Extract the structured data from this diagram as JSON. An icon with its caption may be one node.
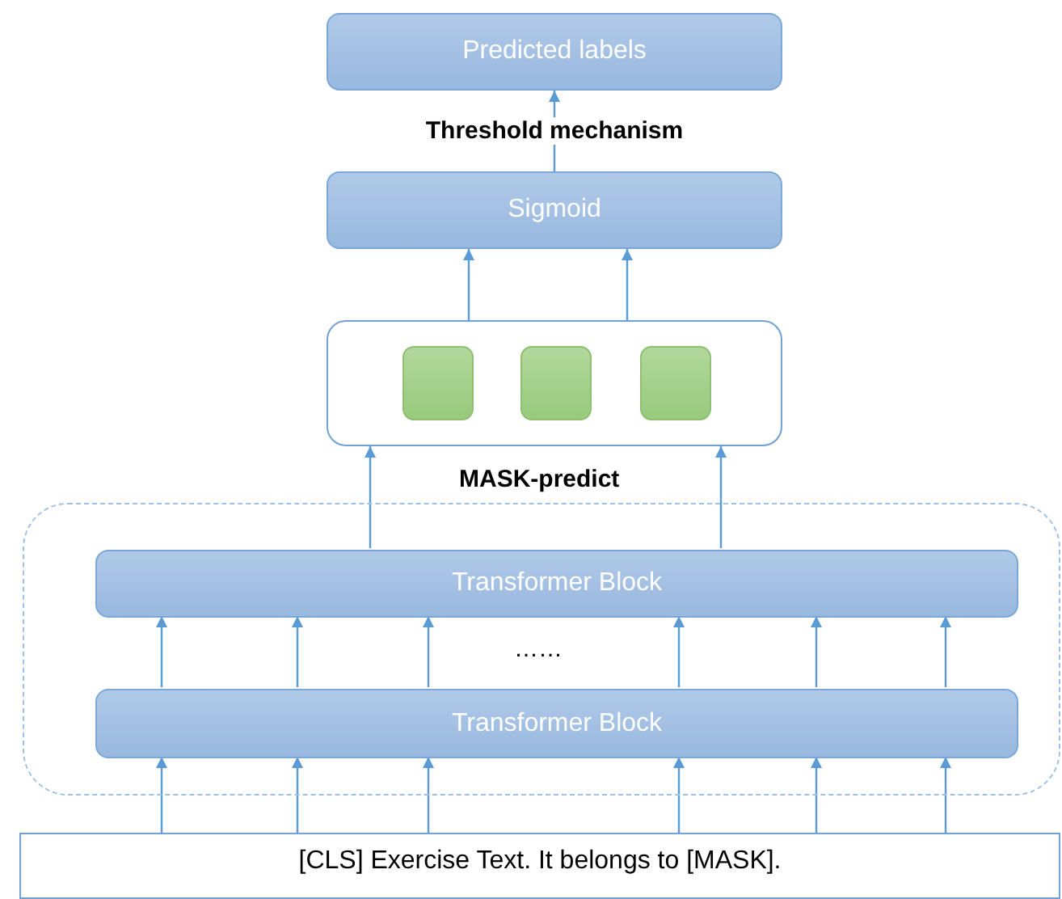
{
  "diagram": {
    "nodes": [
      {
        "text": [
          "Predicted labels"
        ]
      },
      {
        "text": [
          "Sigmoid"
        ]
      },
      {
        "text": [],
        "shape": "box"
      },
      {
        "text": [],
        "shape": "box",
        "in": 2
      },
      {
        "text": [],
        "shape": "box",
        "in": 2
      },
      {
        "text": [],
        "shape": "box",
        "in": 2
      },
      {
        "text": [],
        "shape": "box"
      },
      {
        "text": [
          "Transformer Block"
        ],
        "in": 6
      },
      {
        "text": [
          "Transformer Block"
        ],
        "in": 6
      },
      {
        "text": [
          "[CLS] Exercise Text. It belongs to [MASK]."
        ]
      }
    ],
    "edges": [
      {
        "from": 1,
        "to": 0,
        "arrow": "to",
        "label": "Threshold mechanism"
      },
      {
        "from": 2,
        "to": 1,
        "arrow": "to"
      },
      {
        "from": 2,
        "to": 1,
        "arrow": "to"
      },
      {
        "from": 7,
        "to": 2,
        "arrow": "to"
      },
      {
        "from": 7,
        "to": 2,
        "arrow": "to"
      },
      {
        "from": 8,
        "to": 7,
        "arrow": "to"
      },
      {
        "from": 8,
        "to": 7,
        "arrow": "to"
      },
      {
        "from": 8,
        "to": 7,
        "arrow": "to"
      },
      {
        "from": 8,
        "to": 7,
        "arrow": "to"
      },
      {
        "from": 8,
        "to": 7,
        "arrow": "to"
      },
      {
        "from": 8,
        "to": 7,
        "arrow": "to"
      },
      {
        "from": 9,
        "to": 8,
        "arrow": "to"
      },
      {
        "from": 9,
        "to": 8,
        "arrow": "to"
      },
      {
        "from": 9,
        "to": 8,
        "arrow": "to"
      },
      {
        "from": 9,
        "to": 8,
        "arrow": "to"
      },
      {
        "from": 9,
        "to": 8,
        "arrow": "to"
      },
      {
        "from": 9,
        "to": 8,
        "arrow": "to"
      }
    ],
    "labels": [
      "MASK-predict",
      "……"
    ]
  }
}
